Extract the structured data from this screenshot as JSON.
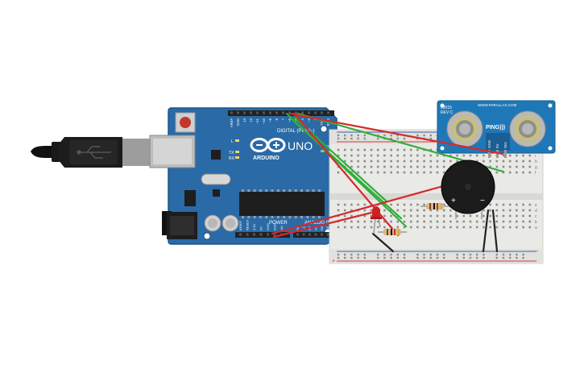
{
  "arduino": {
    "brand": "ARDUINO",
    "model": "UNO",
    "digital_label": "DIGITAL (PWM~)",
    "power_label": "POWER",
    "analog_label": "ANALOG IN",
    "on_label": "ON",
    "l_label": "L",
    "tx_label": "TX",
    "rx_label": "RX",
    "digital_pins": [
      "AREF",
      "GND",
      "13",
      "12",
      "~11",
      "~10",
      "~9",
      "8",
      "7",
      "~6",
      "~5",
      "4",
      "~3",
      "2",
      "TX 1",
      "RX 0"
    ],
    "power_pins": [
      "IOREF",
      "RESET",
      "3.3V",
      "5V",
      "GND",
      "GND",
      "Vin"
    ],
    "analog_pins": [
      "A0",
      "A1",
      "A2",
      "A3",
      "A4",
      "A5"
    ],
    "colors": {
      "board": "#2a6aa6",
      "board_edge": "#1f5587",
      "header": "#222222"
    }
  },
  "sensor": {
    "model": "28015",
    "rev": "REV C",
    "url": "WWW.PARALLAX.COM",
    "name": "PING)))",
    "pins": [
      "GND",
      "5V",
      "SIG"
    ],
    "colors": {
      "board": "#1e78b8"
    }
  },
  "buzzer": {
    "plus": "+",
    "minus": "−"
  },
  "breadboard": {
    "rows_left": [
      "a",
      "b",
      "c",
      "d",
      "e"
    ],
    "rows_right": [
      "f",
      "g",
      "h",
      "i",
      "j"
    ],
    "rail_plus": "+",
    "rail_minus": "−",
    "colors": {
      "body": "#e9e9e6",
      "rail_red": "#d23b3b",
      "rail_blue": "#3a5fb0"
    }
  },
  "wires": {
    "colors": {
      "green": "#2fae3a",
      "red": "#d42a2a",
      "black": "#222222"
    }
  }
}
